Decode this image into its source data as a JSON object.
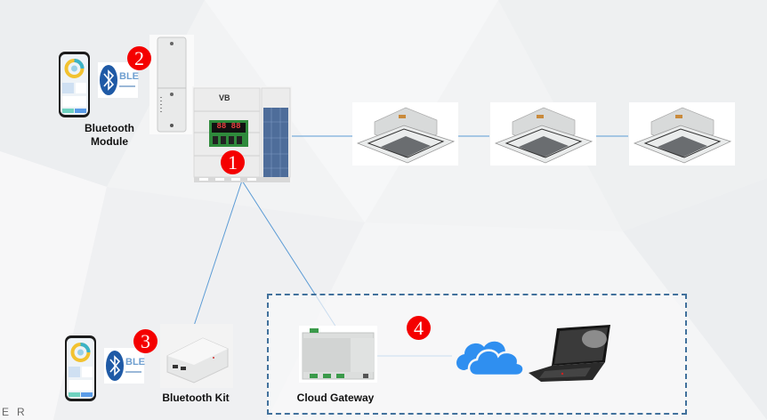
{
  "diagram": {
    "title": "VRF Outdoor Unit Connectivity Options",
    "nodes": {
      "outdoor_unit": {
        "brand_mark": "VB",
        "display_digits": "88 88",
        "badge": "1"
      },
      "bluetooth_module": {
        "label_line1": "Bluetooth",
        "label_line2": "Module",
        "badge": "2",
        "ble_text": "BLE"
      },
      "bluetooth_kit": {
        "label": "Bluetooth Kit",
        "badge": "3",
        "ble_text": "BLE"
      },
      "cloud_group": {
        "badge": "4",
        "gateway_label": "Cloud Gateway"
      },
      "indoor_units": [
        {
          "type": "cassette"
        },
        {
          "type": "cassette"
        },
        {
          "type": "cassette"
        }
      ]
    },
    "edges": [
      [
        "outdoor_unit",
        "indoor_unit_1"
      ],
      [
        "indoor_unit_1",
        "indoor_unit_2"
      ],
      [
        "indoor_unit_2",
        "indoor_unit_3"
      ],
      [
        "outdoor_unit",
        "bluetooth_kit"
      ],
      [
        "outdoor_unit",
        "cloud_gateway"
      ],
      [
        "cloud_gateway",
        "cloud"
      ]
    ],
    "colors": {
      "connector": "#5b9bd5",
      "badge": "#f40000",
      "dashed_border": "#41719c",
      "cloud": "#2f8ff0",
      "bluetooth": "#1f5aa6"
    }
  },
  "footer": {
    "corner_text": "ER"
  }
}
